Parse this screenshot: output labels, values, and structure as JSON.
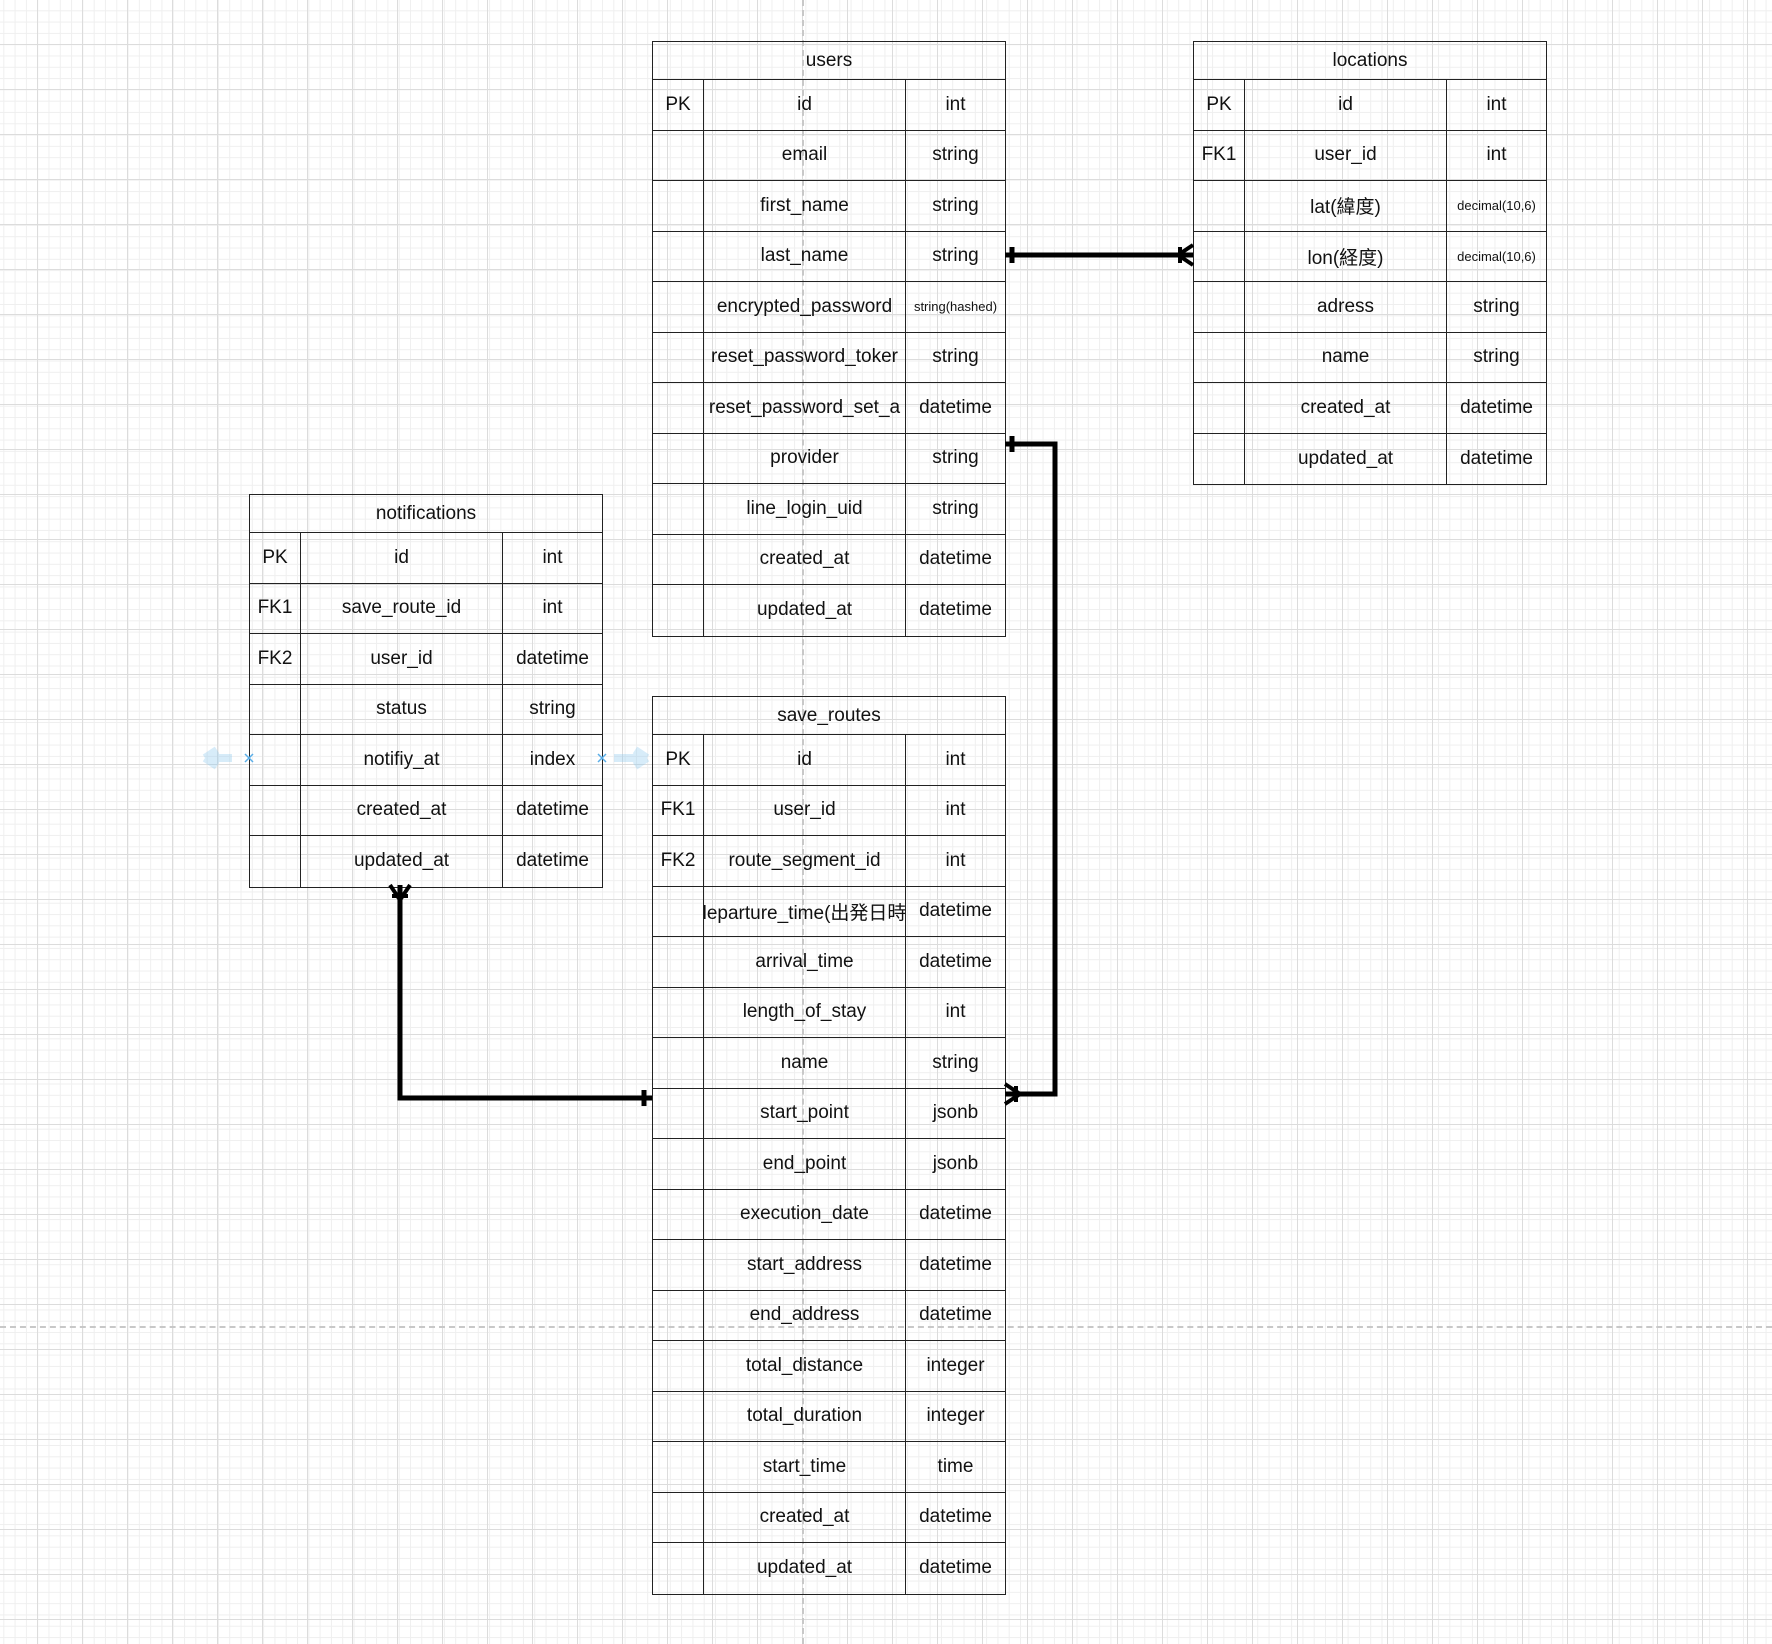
{
  "tables": [
    {
      "id": "users",
      "title": "users",
      "rows": [
        {
          "key": "PK",
          "name": "id",
          "type": "int"
        },
        {
          "key": "",
          "name": "email",
          "type": "string"
        },
        {
          "key": "",
          "name": "first_name",
          "type": "string"
        },
        {
          "key": "",
          "name": "last_name",
          "type": "string"
        },
        {
          "key": "",
          "name": "encrypted_password",
          "type": "string(hashed)"
        },
        {
          "key": "",
          "name": "reset_password_toker",
          "type": "string"
        },
        {
          "key": "",
          "name": "reset_password_set_a",
          "type": "datetime"
        },
        {
          "key": "",
          "name": "provider",
          "type": "string"
        },
        {
          "key": "",
          "name": "line_login_uid",
          "type": "string"
        },
        {
          "key": "",
          "name": "created_at",
          "type": "datetime"
        },
        {
          "key": "",
          "name": "updated_at",
          "type": "datetime"
        }
      ]
    },
    {
      "id": "locations",
      "title": "locations",
      "rows": [
        {
          "key": "PK",
          "name": "id",
          "type": "int"
        },
        {
          "key": "FK1",
          "name": "user_id",
          "type": "int"
        },
        {
          "key": "",
          "name": "lat(緯度)",
          "type": "decimal(10,6)"
        },
        {
          "key": "",
          "name": "lon(経度)",
          "type": "decimal(10,6)"
        },
        {
          "key": "",
          "name": "adress",
          "type": "string"
        },
        {
          "key": "",
          "name": "name",
          "type": "string"
        },
        {
          "key": "",
          "name": "created_at",
          "type": "datetime"
        },
        {
          "key": "",
          "name": "updated_at",
          "type": "datetime"
        }
      ]
    },
    {
      "id": "notifications",
      "title": "notifications",
      "rows": [
        {
          "key": "PK",
          "name": "id",
          "type": "int"
        },
        {
          "key": "FK1",
          "name": "save_route_id",
          "type": "int"
        },
        {
          "key": "FK2",
          "name": "user_id",
          "type": "datetime"
        },
        {
          "key": "",
          "name": "status",
          "type": "string"
        },
        {
          "key": "",
          "name": "notifiy_at",
          "type": "index"
        },
        {
          "key": "",
          "name": "created_at",
          "type": "datetime"
        },
        {
          "key": "",
          "name": "updated_at",
          "type": "datetime"
        }
      ]
    },
    {
      "id": "save_routes",
      "title": "save_routes",
      "rows": [
        {
          "key": "PK",
          "name": "id",
          "type": "int"
        },
        {
          "key": "FK1",
          "name": "user_id",
          "type": "int"
        },
        {
          "key": "FK2",
          "name": "route_segment_id",
          "type": "int"
        },
        {
          "key": "",
          "name": "departure_time(出発日時)",
          "type": "datetime"
        },
        {
          "key": "",
          "name": "arrival_time",
          "type": "datetime"
        },
        {
          "key": "",
          "name": "length_of_stay",
          "type": "int"
        },
        {
          "key": "",
          "name": "name",
          "type": "string"
        },
        {
          "key": "",
          "name": "start_point",
          "type": "jsonb"
        },
        {
          "key": "",
          "name": "end_point",
          "type": "jsonb"
        },
        {
          "key": "",
          "name": "execution_date",
          "type": "datetime"
        },
        {
          "key": "",
          "name": "start_address",
          "type": "datetime"
        },
        {
          "key": "",
          "name": "end_address",
          "type": "datetime"
        },
        {
          "key": "",
          "name": "total_distance",
          "type": "integer"
        },
        {
          "key": "",
          "name": "total_duration",
          "type": "integer"
        },
        {
          "key": "",
          "name": "start_time",
          "type": "time"
        },
        {
          "key": "",
          "name": "created_at",
          "type": "datetime"
        },
        {
          "key": "",
          "name": "updated_at",
          "type": "datetime"
        }
      ]
    }
  ],
  "relations": [
    {
      "from": "users",
      "to": "locations",
      "cardinality": "one-to-many"
    },
    {
      "from": "users",
      "to": "save_routes",
      "cardinality": "one-to-many"
    },
    {
      "from": "save_routes",
      "to": "notifications",
      "cardinality": "one-to-many"
    }
  ],
  "colors": {
    "line": "#000000",
    "selection": "#5aaee8",
    "grid": "#dcdcdc"
  }
}
